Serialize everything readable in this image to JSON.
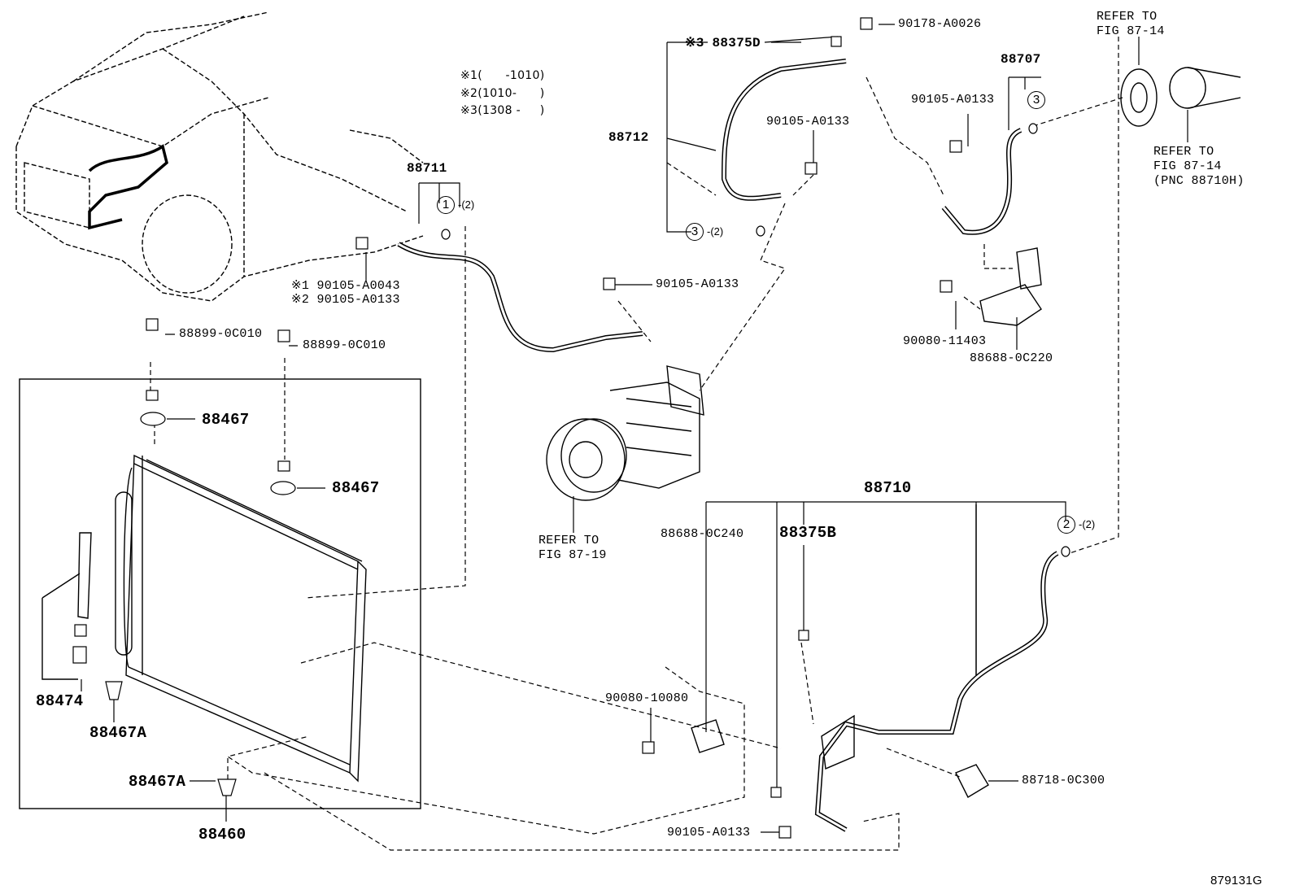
{
  "figure_id": "879131G",
  "notes": [
    {
      "mark": "※1",
      "range": "(      -1010)"
    },
    {
      "mark": "※2",
      "range": "(1010-      )"
    },
    {
      "mark": "※3",
      "range": "(1308 -     )"
    }
  ],
  "parts": {
    "p88375D": "※3 88375D",
    "p90178": "90178-A0026",
    "p88712": "88712",
    "p90105_top": "90105-A0133",
    "p88707": "88707",
    "p90105_right": "90105-A0133",
    "p88711": "88711",
    "p90105_a0043": "※1 90105-A0043",
    "p90105_a0133_2": "※2 90105-A0133",
    "p90105_mid": "90105-A0133",
    "p90080_11403": "90080-11403",
    "p88688_0c220": "88688-0C220",
    "p88899_a": "88899-0C010",
    "p88899_b": "88899-0C010",
    "p88467_a": "88467",
    "p88467_b": "88467",
    "p88474": "88474",
    "p88467A_a": "88467A",
    "p88467A_b": "88467A",
    "p88460": "88460",
    "p88710": "88710",
    "p88688_0c240": "88688-0C240",
    "p88375B": "88375B",
    "p90080_10080": "90080-10080",
    "p88718": "88718-0C300",
    "p90105_bottom": "90105-A0133"
  },
  "refs": {
    "top_right": "REFER TO\nFIG 87-14",
    "right": "REFER TO\nFIG 87-14\n(PNC 88710H)",
    "compressor": "REFER TO\nFIG 87-19"
  },
  "callouts": {
    "c1": "1",
    "c2": "2",
    "c3a": "3",
    "c3b": "3",
    "qty1": "-(2)",
    "qty2": "-(2)",
    "qty3": "-(2)"
  }
}
